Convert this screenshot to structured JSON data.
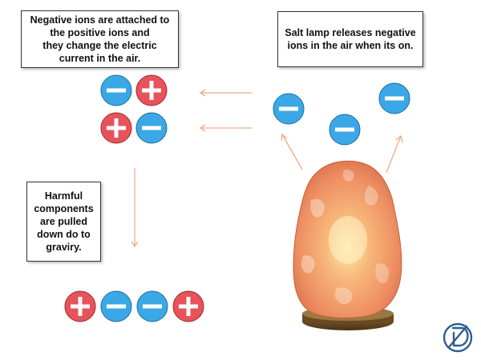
{
  "callouts": {
    "negative_attach": [
      "Negative ions are attached to",
      "the positive ions and",
      "they change the electric",
      "current in the air."
    ],
    "lamp_release": [
      "Salt lamp releases negative",
      "ions in the air when its on."
    ],
    "harmful": [
      "Harmful",
      "components",
      "are pulled",
      "down do to",
      "graviry."
    ]
  },
  "colors": {
    "negative_ion": "#3aa8e6",
    "positive_ion": "#e8525a",
    "arrow": "#f2a98a",
    "lamp_base": "#6b4a1e",
    "logo": "#2f5f8f"
  },
  "ions": {
    "paired_top": [
      "negative",
      "positive"
    ],
    "paired_bottom": [
      "positive",
      "negative"
    ],
    "released": [
      "negative",
      "negative",
      "negative"
    ],
    "fallen": [
      "positive",
      "negative",
      "negative",
      "positive"
    ]
  },
  "icons": {
    "logo": "brand-logo-icon",
    "lamp": "salt-lamp-icon"
  }
}
